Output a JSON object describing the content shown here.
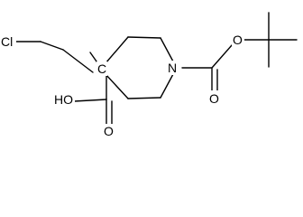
{
  "molecule": {
    "atoms": {
      "cl": "Cl",
      "c_center": "C",
      "n_ring": "N",
      "o_ester": "O",
      "o_carbonyl_ester": "O",
      "o_acid_hydroxyl": "HO",
      "o_acid_carbonyl": "O"
    }
  }
}
